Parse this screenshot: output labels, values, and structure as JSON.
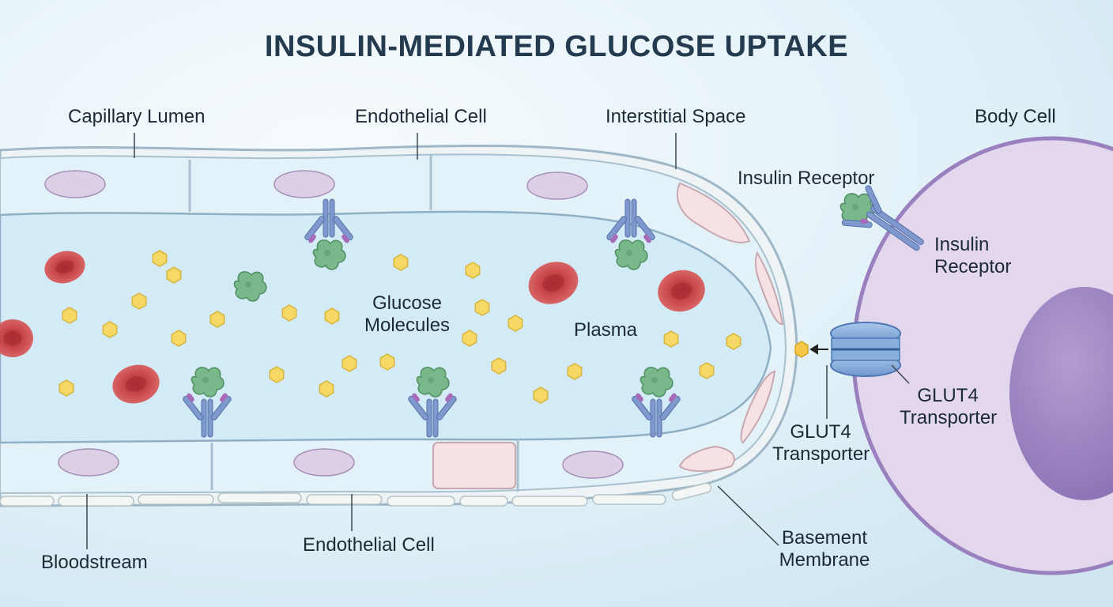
{
  "title": "INSULIN-MEDIATED GLUCOSE UPTAKE",
  "labels": {
    "capillary_lumen": "Capillary Lumen",
    "endothelial_cell_top": "Endothelial Cell",
    "interstitial_space": "Interstitial Space",
    "body_cell": "Body Cell",
    "insulin_receptor_top": "Insulin Receptor",
    "insulin_receptor_right_line1": "Insulin",
    "insulin_receptor_right_line2": "Receptor",
    "glucose_molecules_line1": "Glucose",
    "glucose_molecules_line2": "Molecules",
    "plasma": "Plasma",
    "glut4_right_line1": "GLUT4",
    "glut4_right_line2": "Transporter",
    "glut4_left_line1": "GLUT4",
    "glut4_left_line2": "Transporter",
    "bloodstream": "Bloodstream",
    "endothelial_cell_bottom": "Endothelial Cell",
    "basement_membrane_line1": "Basement",
    "basement_membrane_line2": "Membrane"
  },
  "colors": {
    "background": "#e4f2f8",
    "plasma": "#d3ebf6",
    "endothelium": "#e6f3fa",
    "nucleus": "#ddd0e6",
    "red_blood_cell": "#c9393c",
    "glucose": "#f5d866",
    "insulin": "#79b88a",
    "receptor": "#7f99cf",
    "receptor_accent": "#a76bb8",
    "glut4": "#8fb4df",
    "body_cell": "#e2d7ec",
    "body_cell_membrane": "#9a80bf",
    "body_cell_nucleus": "#a58cc5",
    "title": "#243a4f"
  },
  "icons": [
    "red-blood-cell",
    "glucose-hexagon",
    "insulin-molecule",
    "insulin-receptor",
    "glut4-transporter",
    "nucleus"
  ]
}
